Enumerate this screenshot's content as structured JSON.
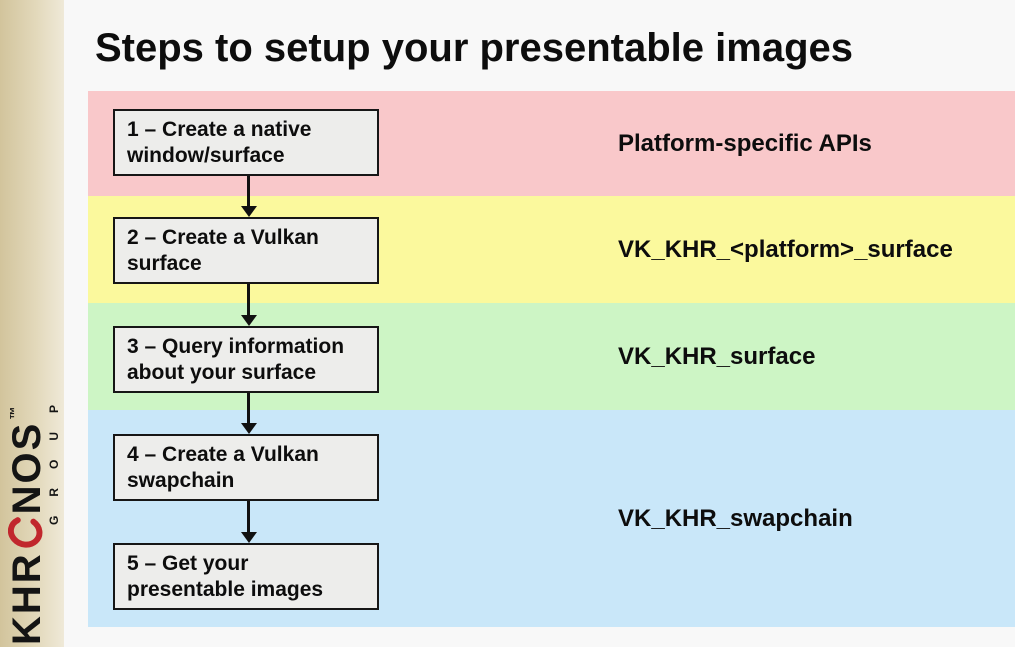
{
  "slide": {
    "title": "Steps to setup your presentable images"
  },
  "logo": {
    "brand_prefix": "KHR",
    "brand_suffix": "NOS",
    "trademark": "™",
    "group": "GROUP",
    "swirl_color": "#C1272D"
  },
  "colors": {
    "band_platform": "#F9C8CA",
    "band_platform_surface": "#FBF99D",
    "band_surface": "#CDF5C5",
    "band_swapchain": "#C9E7F9",
    "box_fill": "#EDEDEB",
    "box_border": "#161616"
  },
  "flow": {
    "steps": [
      {
        "lines": [
          "1 – Create a native",
          "window/surface"
        ]
      },
      {
        "lines": [
          "2 – Create a Vulkan",
          "surface"
        ]
      },
      {
        "lines": [
          "3 – Query information",
          "about your surface"
        ]
      },
      {
        "lines": [
          "4 – Create a Vulkan",
          "swapchain"
        ]
      },
      {
        "lines": [
          "5 – Get your",
          "presentable images"
        ]
      }
    ]
  },
  "bands": [
    {
      "api_label": "Platform-specific APIs"
    },
    {
      "api_label": "VK_KHR_<platform>_surface"
    },
    {
      "api_label": "VK_KHR_surface"
    },
    {
      "api_label": "VK_KHR_swapchain"
    }
  ]
}
